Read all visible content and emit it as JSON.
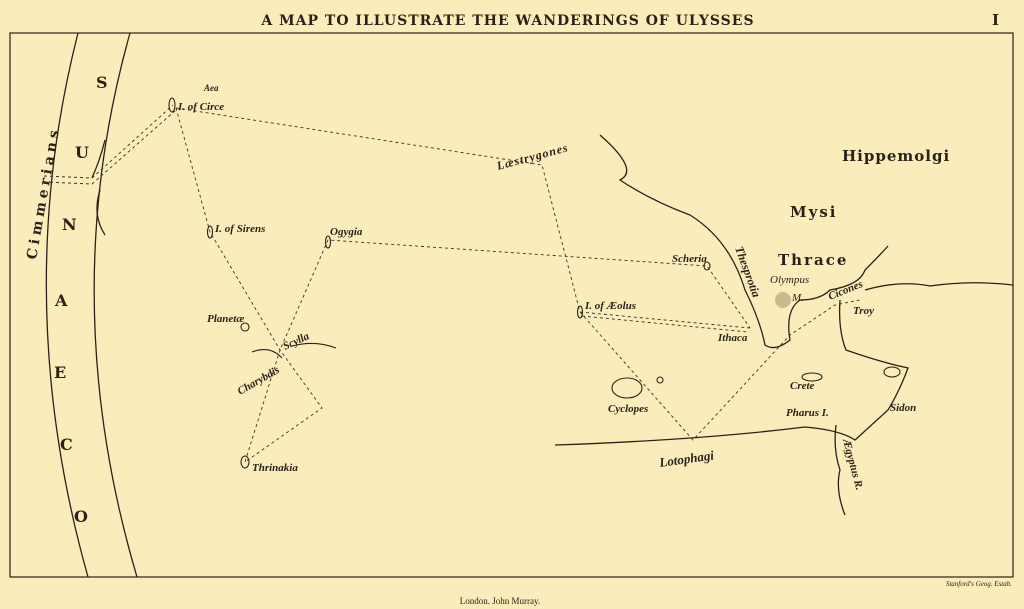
{
  "title": "A MAP TO ILLUSTRATE THE WANDERINGS OF ULYSSES",
  "plate_number": "I",
  "publisher": "London. John Murray.",
  "engraver": "Stanford's Geog. Estab.",
  "ocean": {
    "letters": [
      "O",
      "C",
      "E",
      "A",
      "N",
      "U",
      "S"
    ],
    "people": "Cimmerians"
  },
  "places": {
    "aea": "Aea",
    "circe": "I. of Circe",
    "sirens": "I. of Sirens",
    "ogygia": "Ogygia",
    "planetae": "Planetæ",
    "scylla": "Scylla",
    "charybdis": "Charybdis",
    "thrinakia": "Thrinakia",
    "laestrygones": "Læstrygones",
    "scheria": "Scheria",
    "thesprotia": "Thesprotia",
    "aeolus": "I. of Æolus",
    "ithaca": "Ithaca",
    "cyclopes": "Cyclopes",
    "lotophagi": "Lotophagi",
    "hippemolgi": "Hippemolgi",
    "mysi": "Mysi",
    "thrace": "Thrace",
    "olympus": "Olympus",
    "olympus_m": "M.",
    "cicones": "Cicones",
    "troy": "Troy",
    "crete": "Crete",
    "pharus": "Pharus I.",
    "sidon": "Sidon",
    "aegyptus": "Ægyptus R."
  }
}
